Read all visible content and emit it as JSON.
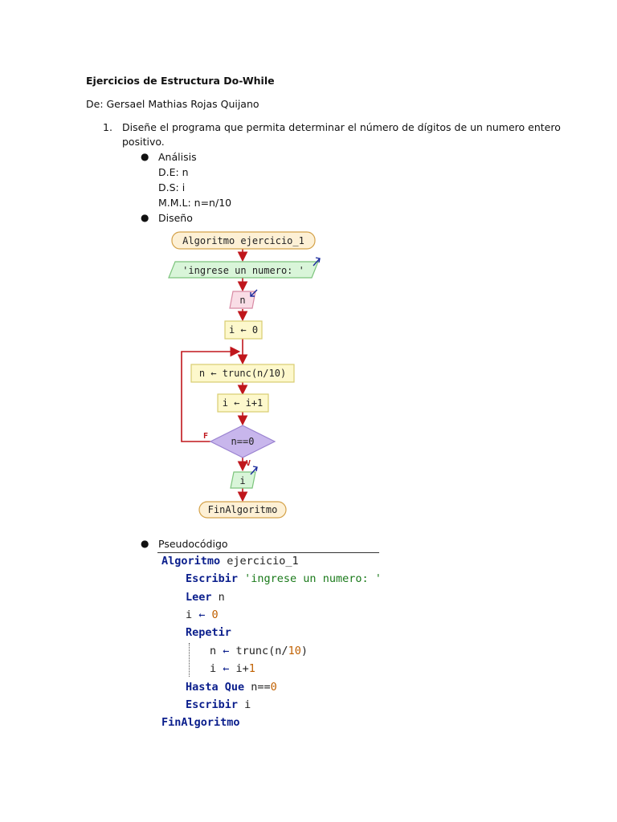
{
  "document": {
    "title": "Ejercicios de Estructura Do-While",
    "author": "De: Gersael Mathias Rojas Quijano",
    "item1": {
      "number": "1.",
      "text_line1": "Diseñe el programa que permita determinar el número de dígitos de un numero entero",
      "text_line2": "positivo."
    },
    "bullets": {
      "analisis": "Análisis",
      "de": "D.E: n",
      "ds": "D.S: i",
      "mml": "M.M.L: n=n/10",
      "diseno": "Diseño",
      "pseudo": "Pseudocódigo"
    }
  },
  "flowchart": {
    "start": "Algoritmo ejercicio_1",
    "output1": "'ingrese un numero: '",
    "input": "n",
    "assign1": "i ← 0",
    "assign2": "n ← trunc(n/10)",
    "assign3": "i ← i+1",
    "decision": "n==0",
    "label_false": "F",
    "label_true": "V",
    "output2": "i",
    "end": "FinAlgoritmo"
  },
  "pseudocode": {
    "l1_kw": "Algoritmo",
    "l1_rest": " ejercicio_1",
    "l2_kw": "Escribir",
    "l2_str": " 'ingrese un numero: '",
    "l3_kw": "Leer",
    "l3_rest": " n",
    "l4_a": "i ",
    "l4_op": "←",
    "l4_num": " 0",
    "l5_kw": "Repetir",
    "l6_a": "n ",
    "l6_op": "←",
    "l6_b": " trunc(n/",
    "l6_num": "10",
    "l6_c": ")",
    "l7_a": "i ",
    "l7_op": "←",
    "l7_b": " i+",
    "l7_num": "1",
    "l8_kw": "Hasta Que",
    "l8_b": " n==",
    "l8_num": "0",
    "l9_kw": "Escribir",
    "l9_rest": " i",
    "l10_kw": "FinAlgoritmo"
  },
  "colors": {
    "arrow": "#c0161c",
    "terminal_fill": "#fdf0d5",
    "io_fill": "#d9f5d9",
    "input_fill": "#f9dde6",
    "process_fill": "#fdf8cc",
    "decision_fill": "#c8b6ec",
    "keyword": "#0a1e8c",
    "string": "#1a7a1a",
    "number": "#c06000"
  }
}
